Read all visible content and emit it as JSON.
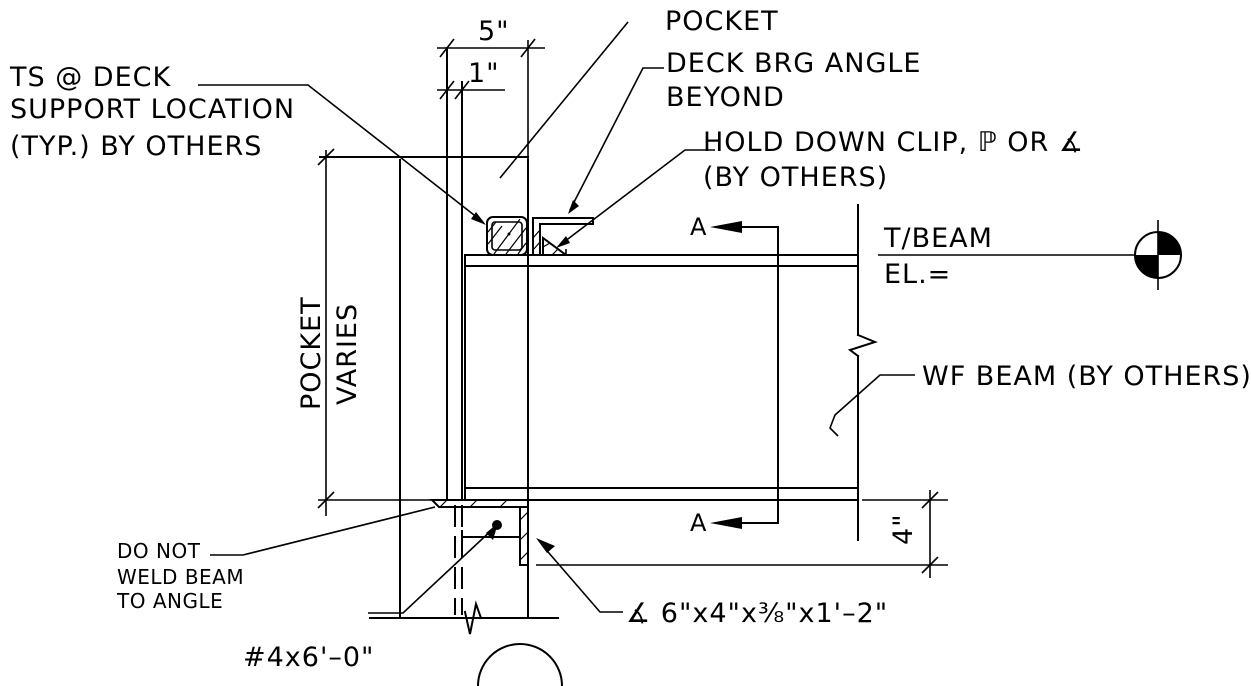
{
  "labels": {
    "pocket": "POCKET",
    "deck_brg_angle_1": "DECK BRG ANGLE",
    "deck_brg_angle_2": "BEYOND",
    "ts_1": "TS @ DECK",
    "ts_2": "SUPPORT LOCATION",
    "ts_3": "(TYP.) BY OTHERS",
    "hold_down_1": "HOLD DOWN CLIP, ℙ OR ∡",
    "hold_down_2": "(BY OTHERS)",
    "t_beam": "T/BEAM",
    "el": "EL.=",
    "wf_beam": "WF BEAM (BY OTHERS)",
    "pocket_varies_1": "POCKET",
    "pocket_varies_2": "VARIES",
    "do_not_1": "DO NOT",
    "do_not_2": "WELD BEAM",
    "do_not_3": "TO ANGLE",
    "angle_spec": "∡ 6\"x4\"x⅜\"x1'–2\"",
    "rebar": "#4x6'–0\"",
    "section_a_top": "A",
    "section_a_bottom": "A"
  },
  "dimensions": {
    "five_inch": "5\"",
    "one_inch": "1\"",
    "four_inch": "4\""
  }
}
